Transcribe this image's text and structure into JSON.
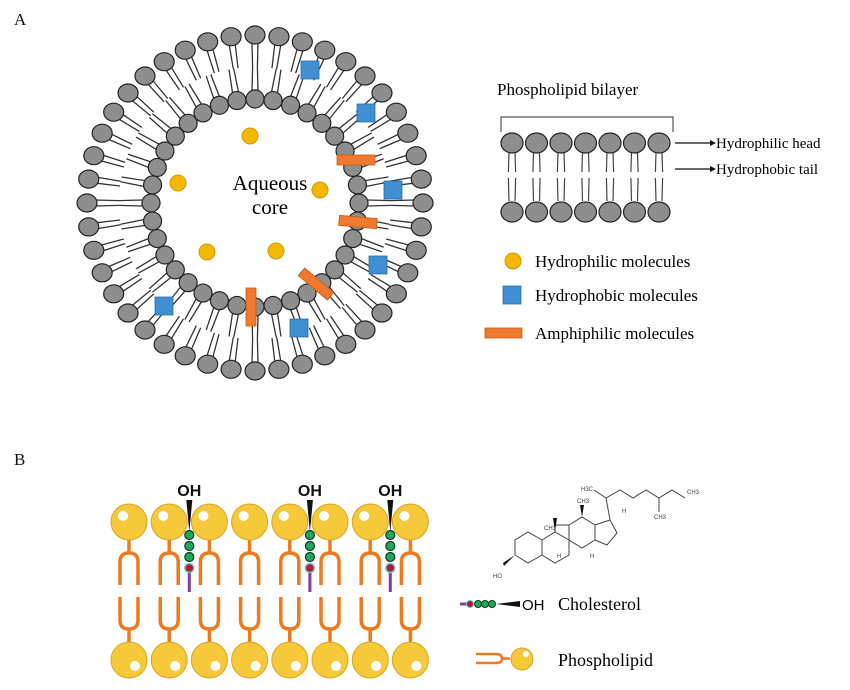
{
  "panels": {
    "a": {
      "label": "A",
      "liposome": {
        "core_label_line1": "Aqueous",
        "core_label_line2": "core",
        "outer_lipid_count": 44,
        "inner_lipid_count": 36
      },
      "bilayer_inset": {
        "title": "Phospholipid bilayer",
        "head_label": "Hydrophilic head",
        "tail_label": "Hydrophobic tail",
        "lipid_pairs": 7
      },
      "legend": [
        {
          "shape": "circle",
          "label": "Hydrophilic molecules",
          "color": "#F5B800"
        },
        {
          "shape": "square",
          "label": "Hydrophobic molecules",
          "color": "#3F8FD2"
        },
        {
          "shape": "bar",
          "label": "Amphiphilic molecules",
          "color": "#EE7A2F"
        }
      ]
    },
    "b": {
      "label": "B",
      "oh_label": "OH",
      "phospholipid_columns": 8,
      "cholesterol_positions_after_column": [
        2,
        5,
        7
      ],
      "structure_labels": {
        "h3c_top": "H3C",
        "ch3_right": "CH3",
        "ch3_branch": "CH3",
        "ch3_c18": "CH3",
        "ch3_c19": "CH3",
        "h_c17": "H",
        "h_c9": "H",
        "h_c14": "H",
        "ho": "HO"
      },
      "legend": [
        {
          "icon": "cholesterol-icon",
          "oh": "OH",
          "label": "Cholesterol"
        },
        {
          "icon": "phospholipid-icon",
          "label": "Phospholipid"
        }
      ]
    }
  },
  "colors": {
    "lipid_head_gray": "#8E8E8E",
    "hydrophilic": "#F5B800",
    "hydrophobic": "#3F8FD2",
    "amphiphilic": "#EE7A2F",
    "phospholipid_head": "#F6C93A",
    "phospholipid_tail": "#EE7A1E",
    "cholesterol_ring": "#1FA85A",
    "cholesterol_red": "#B01E2A",
    "cholesterol_purple": "#7A3FA0"
  }
}
